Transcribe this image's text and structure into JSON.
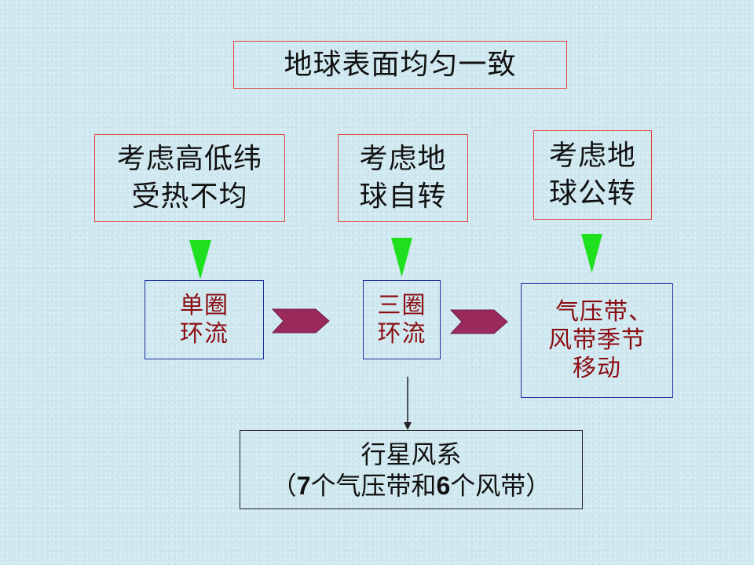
{
  "top_box": {
    "text": "地球表面均匀一致"
  },
  "factors": [
    {
      "line1": "考虑高低纬",
      "line2": "受热不均"
    },
    {
      "line1": "考虑地",
      "line2": "球自转"
    },
    {
      "line1": "考虑地",
      "line2": "球公转"
    }
  ],
  "results": [
    {
      "line1": "单圈",
      "line2": "环流"
    },
    {
      "line1": "三圈",
      "line2": "环流"
    },
    {
      "line1": "气压带、",
      "line2": "风带季节",
      "line3": "移动"
    }
  ],
  "bottom_box": {
    "line1": "行星风系",
    "line2_pre": "（",
    "line2_num1": "7",
    "line2_mid": "个气压带和",
    "line2_num2": "6",
    "line2_post": "个风带）"
  },
  "colors": {
    "green_arrow": "#1ee01e",
    "chevron": "#9a2a5c",
    "result_text": "#8b0d12",
    "red_border": "#e0443a",
    "blue_border": "#1a2fa0"
  }
}
